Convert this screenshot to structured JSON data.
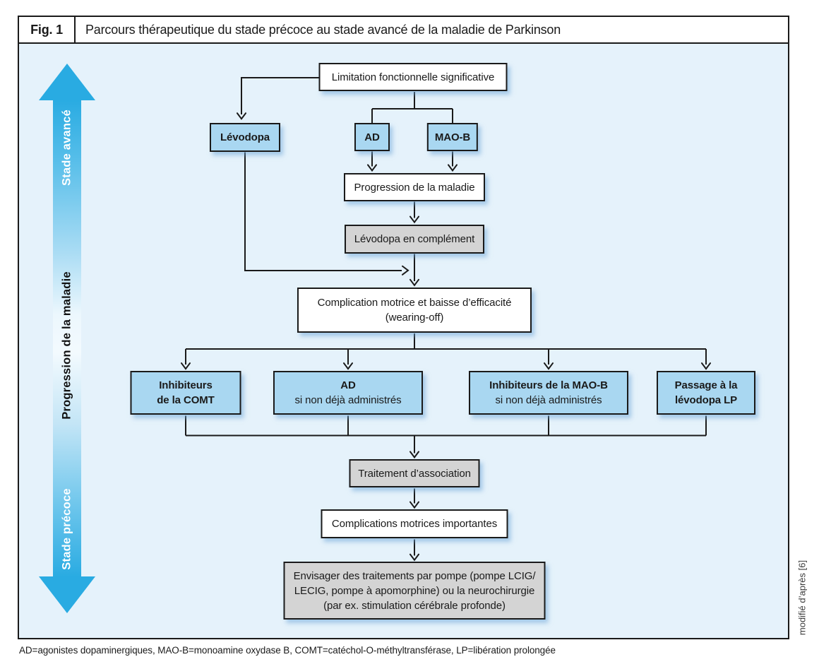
{
  "figure": {
    "label": "Fig. 1",
    "title": "Parcours thérapeutique du stade précoce au stade avancé de la maladie de Parkinson",
    "credit": "modifié d’après [6]",
    "footnote": "AD=agonistes dopaminergiques, MAO-B=monoamine oxydase B, COMT=catéchol-O-méthyltransférase, LP=libération prolongée"
  },
  "axis": {
    "top_label": "Stade avancé",
    "middle_label": "Progression de la maladie",
    "bottom_label": "Stade précoce"
  },
  "nodes": {
    "limitation": {
      "text": "Limitation fonctionnelle significative"
    },
    "levodopa": {
      "text": "Lévodopa"
    },
    "ad": {
      "text": "AD"
    },
    "maob": {
      "text": "MAO-B"
    },
    "progression": {
      "text": "Progression de la maladie"
    },
    "levodopa_complement": {
      "text": "Lévodopa en complément"
    },
    "complication": {
      "line1": "Complication motrice et baisse d’efficacité",
      "line2": "(wearing-off)"
    },
    "comt": {
      "line1": "Inhibiteurs",
      "line2": "de la COMT"
    },
    "ad2": {
      "title": "AD",
      "subtitle": "si non déjà administrés"
    },
    "maob2": {
      "title": "Inhibiteurs de la MAO-B",
      "subtitle": "si non déjà administrés"
    },
    "levodopa_lp": {
      "line1": "Passage à la",
      "line2": "lévodopa LP"
    },
    "traitement": {
      "text": "Traitement d’association"
    },
    "complications_importantes": {
      "text": "Complications motrices importantes"
    },
    "pompe": {
      "line1": "Envisager des traitements par pompe (pompe LCIG/",
      "line2": "LECIG, pompe à apomorphine) ou la neurochirurgie",
      "line3": "(par ex. stimulation cérébrale profonde)"
    }
  },
  "colors": {
    "canvas_background": "#e5f2fb",
    "node_blue": "#a9d7f1",
    "node_gray": "#d4d4d4",
    "node_white": "#ffffff",
    "line_border": "#1a1a1a",
    "axis_arrow_blue": "#29abe2"
  }
}
